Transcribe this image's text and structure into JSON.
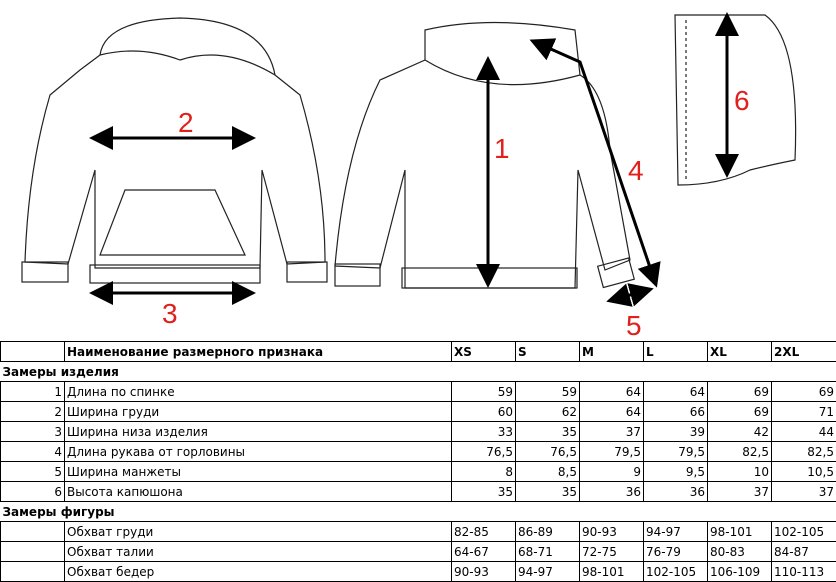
{
  "labels": [
    "1",
    "2",
    "3",
    "4",
    "5",
    "6"
  ],
  "accent": "#e0201b",
  "table": {
    "header": {
      "name": "Наименование размерного признака",
      "sizes": [
        "XS",
        "S",
        "M",
        "L",
        "XL",
        "2XL"
      ]
    },
    "section1": "Замеры изделия",
    "garment_rows": [
      {
        "idx": "1",
        "name": "Длина по спинке",
        "values": [
          "59",
          "59",
          "64",
          "64",
          "69",
          "69"
        ]
      },
      {
        "idx": "2",
        "name": "Ширина груди",
        "values": [
          "60",
          "62",
          "64",
          "66",
          "69",
          "71"
        ]
      },
      {
        "idx": "3",
        "name": "Ширина низа изделия",
        "values": [
          "33",
          "35",
          "37",
          "39",
          "42",
          "44"
        ]
      },
      {
        "idx": "4",
        "name": "Длина рукава от горловины",
        "values": [
          "76,5",
          "76,5",
          "79,5",
          "79,5",
          "82,5",
          "82,5"
        ]
      },
      {
        "idx": "5",
        "name": "Ширина манжеты",
        "values": [
          "8",
          "8,5",
          "9",
          "9,5",
          "10",
          "10,5"
        ]
      },
      {
        "idx": "6",
        "name": "Высота капюшона",
        "values": [
          "35",
          "35",
          "36",
          "36",
          "37",
          "37"
        ]
      }
    ],
    "section2": "Замеры фигуры",
    "body_rows": [
      {
        "name": "Обхват груди",
        "values": [
          "82-85",
          "86-89",
          "90-93",
          "94-97",
          "98-101",
          "102-105"
        ]
      },
      {
        "name": "Обхват талии",
        "values": [
          "64-67",
          "68-71",
          "72-75",
          "76-79",
          "80-83",
          "84-87"
        ]
      },
      {
        "name": "Обхват бедер",
        "values": [
          "90-93",
          "94-97",
          "98-101",
          "102-105",
          "106-109",
          "110-113"
        ]
      }
    ]
  }
}
